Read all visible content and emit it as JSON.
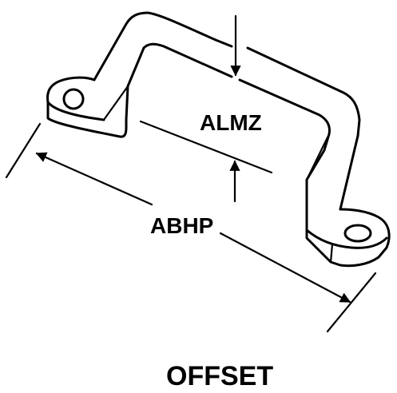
{
  "diagram": {
    "label_depth": "ALMZ",
    "label_length": "ABHP",
    "caption": "OFFSET"
  }
}
